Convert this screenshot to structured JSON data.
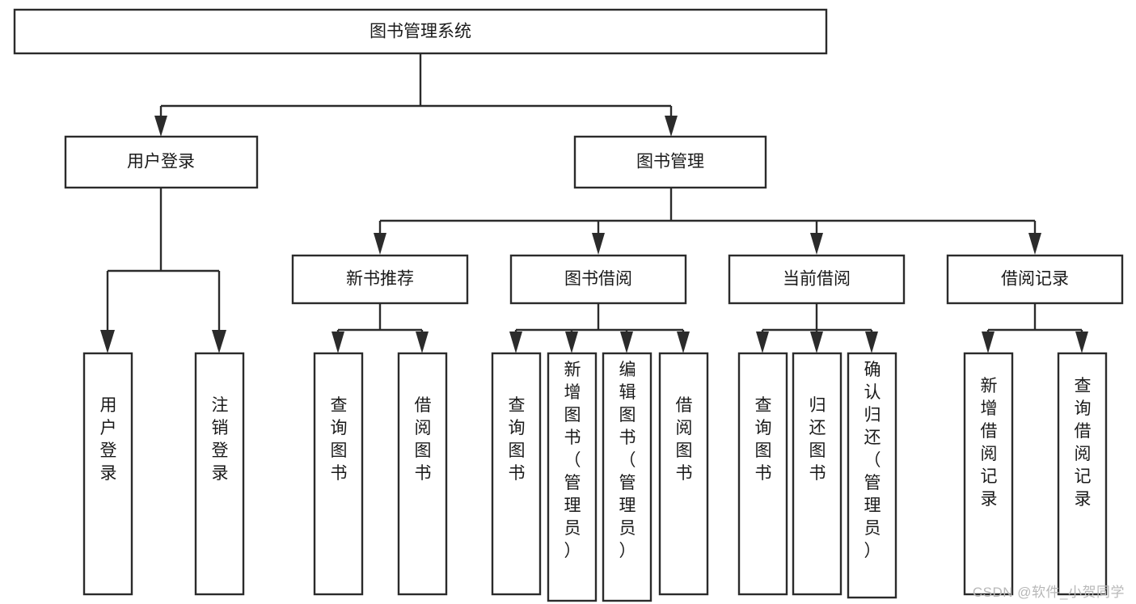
{
  "diagram": {
    "type": "tree",
    "title": "图书管理系统",
    "orientation": "top-down",
    "watermark": "CSDN @软件_小贺同学",
    "colors": {
      "box_fill": "#ffffff",
      "box_stroke": "#2b2b2b",
      "text": "#1a1a1a",
      "watermark": "#b8b8b8",
      "background": "#ffffff"
    },
    "nodes": {
      "root": {
        "label": "图书管理系统"
      },
      "level2": [
        {
          "id": "user-login",
          "label": "用户登录"
        },
        {
          "id": "book-manage",
          "label": "图书管理"
        }
      ],
      "level3": [
        {
          "id": "new-book-recommend",
          "label": "新书推荐",
          "parent": "book-manage"
        },
        {
          "id": "book-borrow",
          "label": "图书借阅",
          "parent": "book-manage"
        },
        {
          "id": "current-borrow",
          "label": "当前借阅",
          "parent": "book-manage"
        },
        {
          "id": "borrow-record",
          "label": "借阅记录",
          "parent": "book-manage"
        }
      ],
      "leaves": [
        {
          "id": "leaf-user-login",
          "label": "用户登录",
          "parent": "user-login"
        },
        {
          "id": "leaf-user-logout",
          "label": "注销登录",
          "parent": "user-login"
        },
        {
          "id": "leaf-query-book-1",
          "label": "查询图书",
          "parent": "new-book-recommend"
        },
        {
          "id": "leaf-borrow-book-1",
          "label": "借阅图书",
          "parent": "new-book-recommend"
        },
        {
          "id": "leaf-query-book-2",
          "label": "查询图书",
          "parent": "book-borrow"
        },
        {
          "id": "leaf-add-book",
          "label": "新增图书（管理员）",
          "parent": "book-borrow"
        },
        {
          "id": "leaf-edit-book",
          "label": "编辑图书（管理员）",
          "parent": "book-borrow"
        },
        {
          "id": "leaf-borrow-book-2",
          "label": "借阅图书",
          "parent": "book-borrow"
        },
        {
          "id": "leaf-query-book-3",
          "label": "查询图书",
          "parent": "current-borrow"
        },
        {
          "id": "leaf-return-book",
          "label": "归还图书",
          "parent": "current-borrow"
        },
        {
          "id": "leaf-confirm-return",
          "label": "确认归还（管理员）",
          "parent": "current-borrow"
        },
        {
          "id": "leaf-add-record",
          "label": "新增借阅记录",
          "parent": "borrow-record"
        },
        {
          "id": "leaf-query-record",
          "label": "查询借阅记录",
          "parent": "borrow-record"
        }
      ]
    }
  }
}
